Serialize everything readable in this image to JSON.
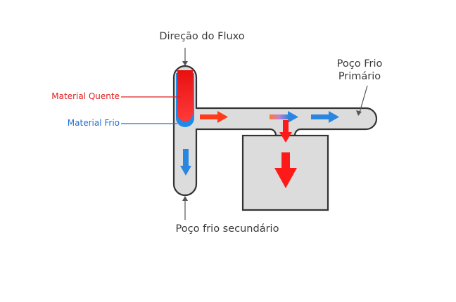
{
  "labels": {
    "flow_direction": "Direção do Fluxo",
    "primary_cold_well_line1": "Poço Frio",
    "primary_cold_well_line2": "Primário",
    "hot_material": "Material Quente",
    "cold_material": "Material Frio",
    "secondary_cold_well": "Poço frio secundário"
  },
  "colors": {
    "hot_material": "#e02020",
    "cold_material": "#1f6fd0",
    "hot_arrow": "#ff1a1a",
    "cold_arrow": "#2a86e0",
    "runner_fill": "#dcdcdc",
    "outline": "#333333"
  }
}
